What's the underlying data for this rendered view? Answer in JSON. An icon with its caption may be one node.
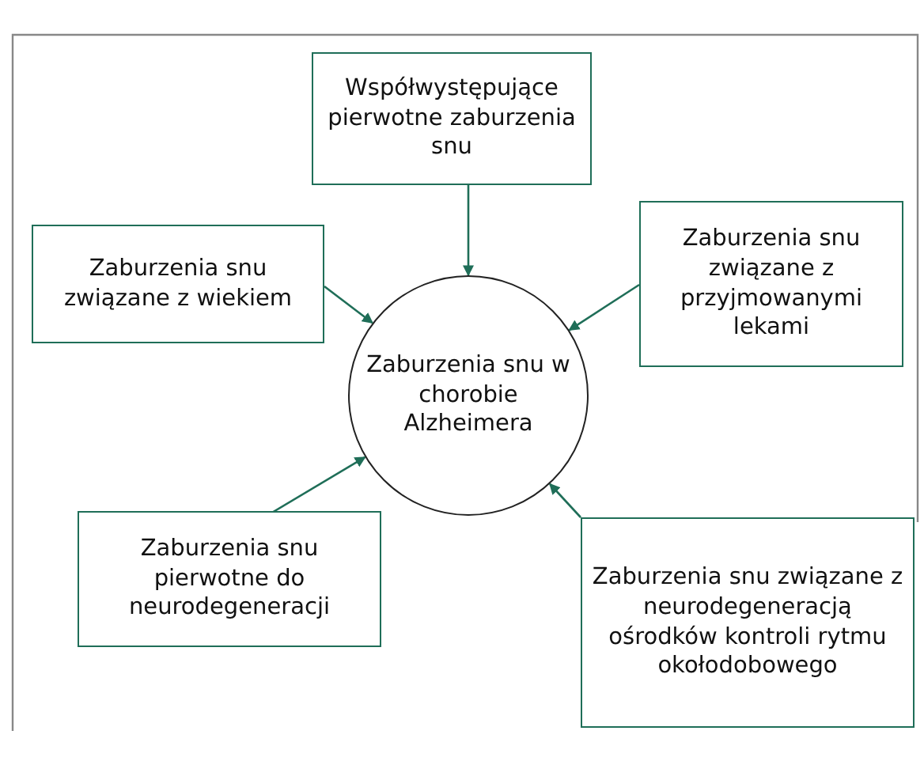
{
  "diagram": {
    "nodes": [
      {
        "text": [
          "Zaburzenia snu w chorobie Alzheimera"
        ]
      },
      {
        "text": [
          "Współwystępujące pierwotne zaburzenia snu"
        ]
      },
      {
        "text": [
          "Zaburzenia snu związane z wiekiem"
        ]
      },
      {
        "text": [
          "Zaburzenia snu związane z przyjmowanymi lekami"
        ]
      },
      {
        "text": [
          "Zaburzenia snu pierwotne do neurodegeneracji"
        ]
      },
      {
        "text": [
          "Zaburzenia snu związane z neurodegeneracją ośrodków kontroli rytmu okołodobowego"
        ]
      }
    ],
    "edges": [
      {
        "from": 1,
        "to": 0,
        "arrow": "to"
      },
      {
        "from": 2,
        "to": 0,
        "arrow": "to"
      },
      {
        "from": 3,
        "to": 0,
        "arrow": "to"
      },
      {
        "from": 4,
        "to": 0,
        "arrow": "to"
      },
      {
        "from": 5,
        "to": 0,
        "arrow": "to"
      }
    ]
  }
}
